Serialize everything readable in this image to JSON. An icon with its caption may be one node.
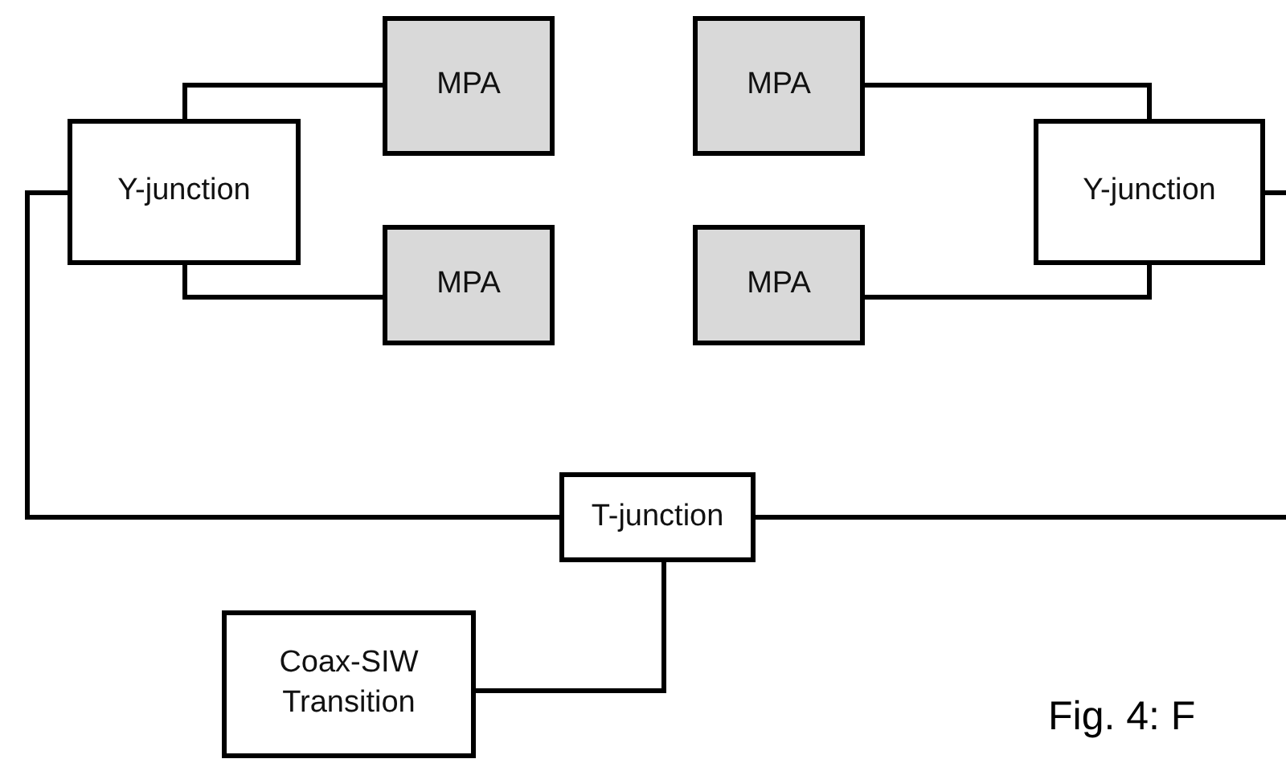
{
  "diagram": {
    "caption": "Fig. 4: F",
    "nodes": [
      {
        "text": [
          "Y-junction"
        ]
      },
      {
        "text": [
          "MPA"
        ]
      },
      {
        "text": [
          "MPA"
        ]
      },
      {
        "text": [
          "MPA"
        ]
      },
      {
        "text": [
          "MPA"
        ]
      },
      {
        "text": [
          "Y-junction"
        ]
      },
      {
        "text": [
          "T-junction"
        ]
      },
      {
        "text": [
          "Coax-SIW Transition"
        ]
      }
    ],
    "edges": [
      {
        "from": 0,
        "to": 1,
        "arrow": "none"
      },
      {
        "from": 0,
        "to": 2,
        "arrow": "none"
      },
      {
        "from": 5,
        "to": 3,
        "arrow": "none"
      },
      {
        "from": 5,
        "to": 4,
        "arrow": "none"
      },
      {
        "from": 6,
        "to": 0,
        "arrow": "none"
      },
      {
        "from": 6,
        "to": null,
        "arrow": "none"
      },
      {
        "from": 5,
        "to": null,
        "arrow": "none"
      },
      {
        "from": 7,
        "to": 6,
        "arrow": "none"
      }
    ]
  }
}
